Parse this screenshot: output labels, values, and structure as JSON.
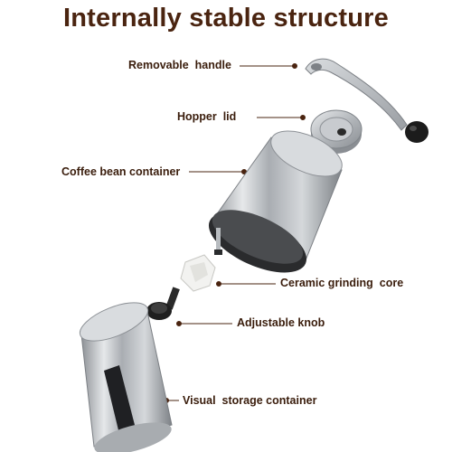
{
  "title": "Internally stable structure",
  "labels": {
    "handle": "Removable  handle",
    "lid": "Hopper  lid",
    "container": "Coffee bean container",
    "core": "Ceramic grinding  core",
    "knob": "Adjustable knob",
    "storage": "Visual  storage container"
  },
  "colors": {
    "title": "#4a2410",
    "label": "#3a1d0c",
    "leader": "#4a2410",
    "steel": "#c9ccd0"
  }
}
